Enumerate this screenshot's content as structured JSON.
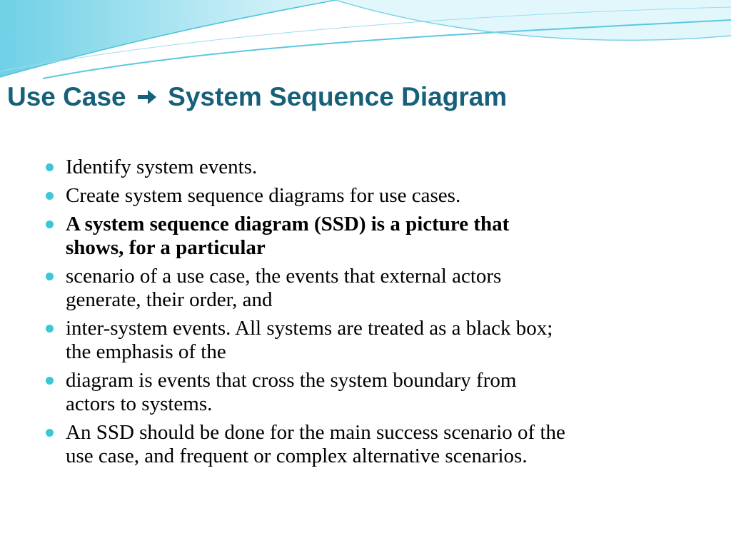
{
  "slide": {
    "title_part1": "Use Case",
    "title_arrow_icon": "right-arrow-icon",
    "title_part2": "System Sequence Diagram",
    "bullets": [
      {
        "line1": "Identify system events.",
        "line2": ""
      },
      {
        "line1": "Create system sequence diagrams for use cases.",
        "line2": ""
      },
      {
        "line1": "A system sequence diagram (SSD) is a picture that",
        "line2": "shows, for a particular"
      },
      {
        "line1": "scenario of a use case, the events that external actors",
        "line2": "generate, their order, and"
      },
      {
        "line1": "inter-system events. All systems are treated as a black box;",
        "line2": "the emphasis of the"
      },
      {
        "line1": "diagram is events that cross the system boundary from",
        "line2": "actors to systems."
      },
      {
        "line1": "An SSD should be done for the main success scenario of the",
        "line2": "use case, and frequent or complex alternative scenarios."
      }
    ]
  },
  "colors": {
    "title": "#17607a",
    "bullet": "#3cc6d6",
    "wave": "#8fd9ea"
  }
}
